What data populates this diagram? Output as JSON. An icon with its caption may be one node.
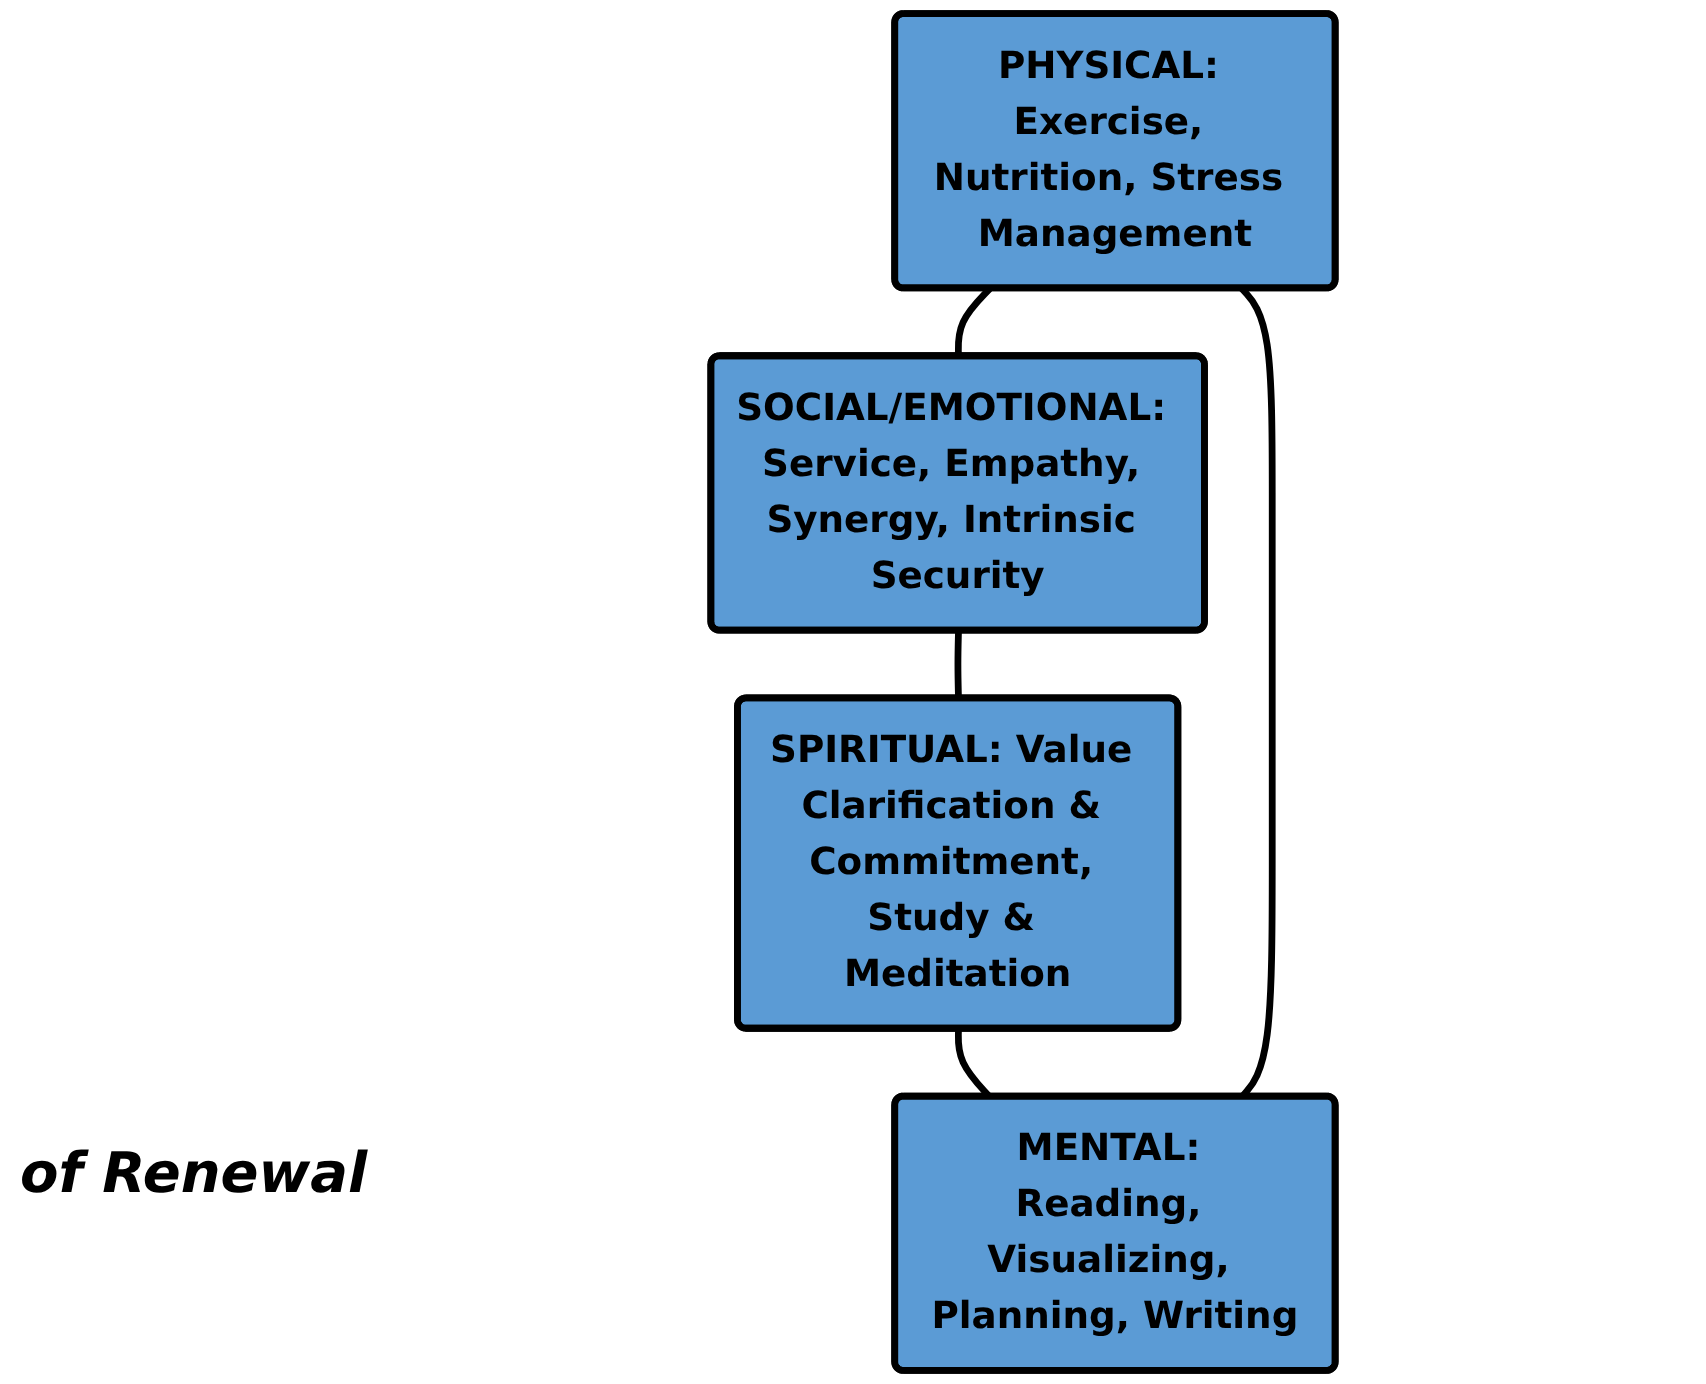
{
  "diagram": {
    "nodes": [
      {
        "text": [
          "PHYSICAL: Exercise, Nutrition, Stress Management"
        ]
      },
      {
        "text": [
          "MENTAL: Reading, Visualizing, Planning, Writing"
        ]
      },
      {
        "text": [
          "SOCIAL/EMOTIONAL: Service, Empathy, Synergy, Intrinsic Security"
        ]
      },
      {
        "text": [
          "SPIRITUAL: Value Clarification & Commitment, Study & Meditation"
        ]
      }
    ],
    "edges": [
      {
        "from": 0,
        "to": 2,
        "arrow": "none"
      },
      {
        "from": 2,
        "to": 3,
        "arrow": "none"
      },
      {
        "from": 3,
        "to": 1,
        "arrow": "none"
      },
      {
        "from": 1,
        "to": 0,
        "arrow": "none"
      }
    ],
    "labels": [
      "of Renewal"
    ]
  }
}
